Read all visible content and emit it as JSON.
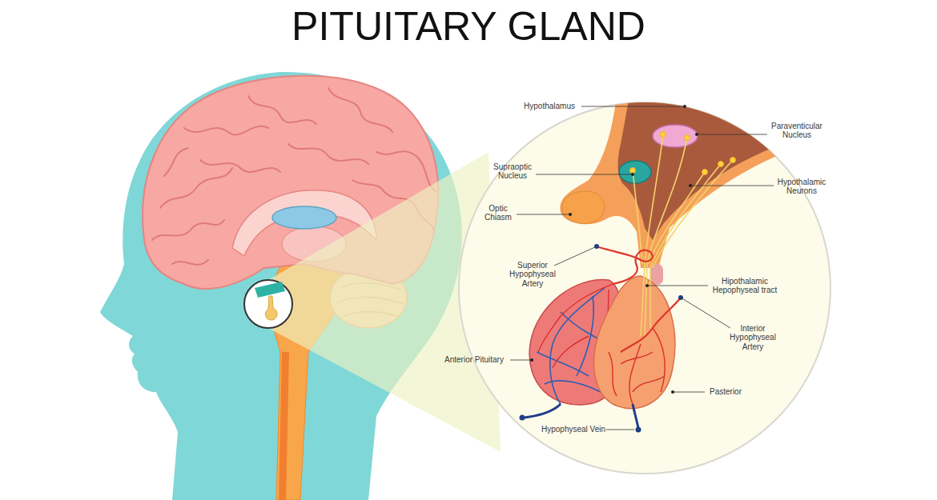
{
  "diagram": {
    "title": "PITUITARY GLAND",
    "labels": [
      "Hypothalamus",
      "Paraventicular Nucleus",
      "Supraoptic Nucleus",
      "Hypothalamic Neurons",
      "Optic Chiasm",
      "Superior Hypophyseal Artery",
      "Hipothalamic Hepophyseal tract",
      "Interior Hypophyseal Artery",
      "Anterior Pituitary",
      "Pasterior",
      "Hypophyseal Vein"
    ]
  }
}
